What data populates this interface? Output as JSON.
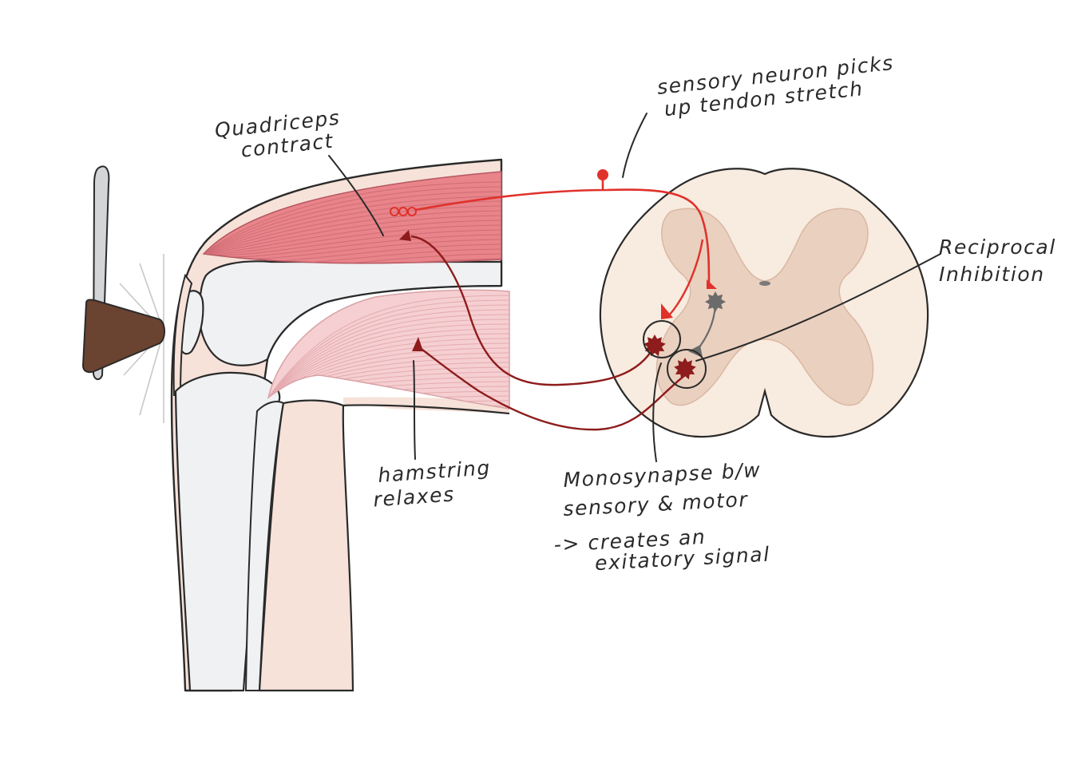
{
  "labels": {
    "quadriceps": [
      "Quadriceps",
      "contract"
    ],
    "sensory": [
      "sensory neuron picks",
      "up tendon stretch"
    ],
    "reciprocal": [
      "Reciprocal",
      "Inhibition"
    ],
    "hamstring": [
      "hamstring",
      "relaxes"
    ],
    "monosynapse": [
      "Monosynapse b/w",
      "sensory & motor",
      "-> creates an",
      "exitatory signal"
    ]
  },
  "colors": {
    "sensory_neuron": "#e0312b",
    "motor_neuron": "#8e1c1c",
    "inhibitory_interneuron": "#6b6b6b",
    "quadriceps": "#e8848a",
    "hamstring": "#f5cfd1",
    "bone": "#eff1f3",
    "skin": "#f6e2d9",
    "hammer": "#6b4331",
    "spinal_white_matter": "#f8ebdf",
    "spinal_grey_matter": "#ead0bf"
  },
  "icons": [
    "reflex-hammer-icon",
    "muscle-spindle-icon",
    "neuron-cell-body-icon",
    "synapse-terminal-icon"
  ]
}
